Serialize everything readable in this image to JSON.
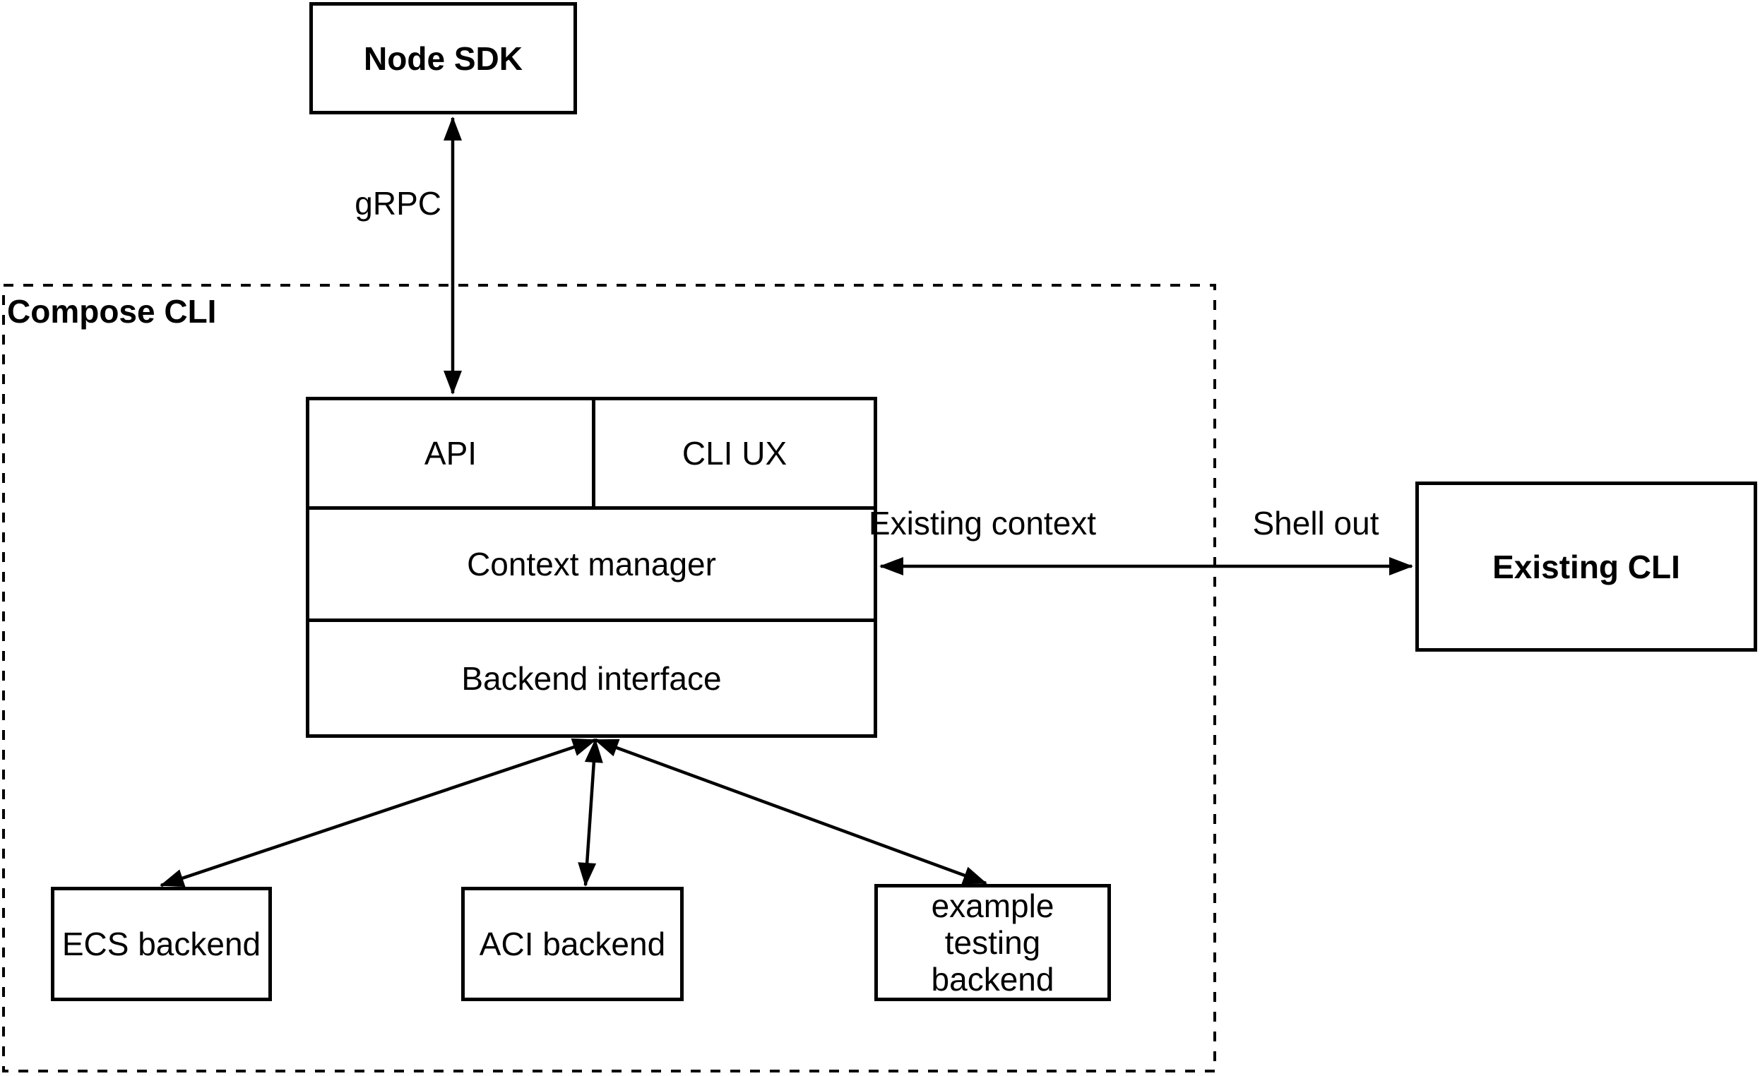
{
  "nodes": {
    "node_sdk": {
      "label": "Node SDK"
    },
    "compose_cli_container": {
      "label": "Compose CLI"
    },
    "api": {
      "label": "API"
    },
    "cli_ux": {
      "label": "CLI UX"
    },
    "context_manager": {
      "label": "Context manager"
    },
    "backend_interface": {
      "label": "Backend interface"
    },
    "existing_cli": {
      "label": "Existing CLI"
    },
    "ecs_backend": {
      "label": "ECS backend"
    },
    "aci_backend": {
      "label": "ACI backend"
    },
    "example_testing_backend": {
      "label": "example testing backend"
    }
  },
  "edge_labels": {
    "grpc": "gRPC",
    "existing_context": "Existing context",
    "shell_out": "Shell out"
  },
  "edges": [
    {
      "from": "node_sdk",
      "to": "api",
      "label": "gRPC",
      "direction": "bidirectional"
    },
    {
      "from": "context_manager",
      "to": "existing_cli",
      "labels": [
        "Existing context",
        "Shell out"
      ],
      "direction": "bidirectional"
    },
    {
      "from": "backend_interface",
      "to": "ecs_backend",
      "direction": "bidirectional"
    },
    {
      "from": "backend_interface",
      "to": "aci_backend",
      "direction": "bidirectional"
    },
    {
      "from": "backend_interface",
      "to": "example_testing_backend",
      "direction": "bidirectional"
    }
  ],
  "colors": {
    "stroke": "#000000",
    "background": "#ffffff"
  }
}
